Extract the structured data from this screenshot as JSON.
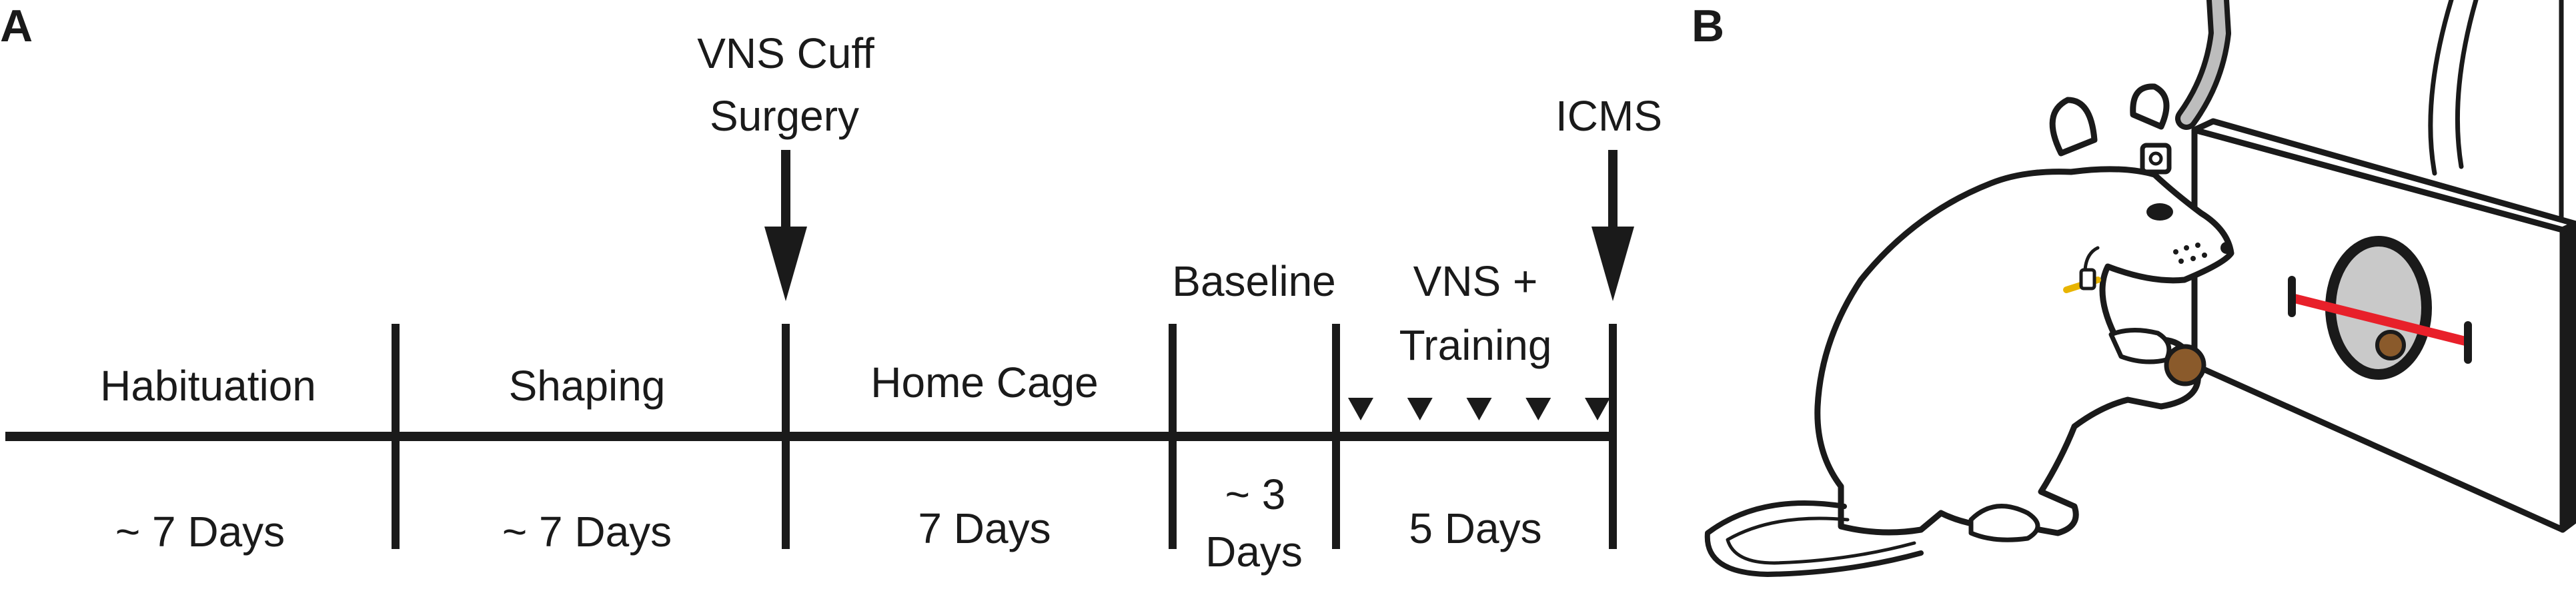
{
  "panel_labels": {
    "a": "A",
    "b": "B"
  },
  "timeline": {
    "phases": [
      {
        "name": "Habituation",
        "duration": "~ 7 Days"
      },
      {
        "name": "Shaping",
        "duration": "~ 7 Days"
      },
      {
        "name": "Home Cage",
        "duration": "7 Days"
      },
      {
        "name": "Baseline",
        "duration_lines": [
          "~ 3",
          "Days"
        ]
      },
      {
        "name_lines": [
          "VNS +",
          "Training"
        ],
        "duration": "5 Days"
      }
    ],
    "events": {
      "surgery_lines": [
        "VNS Cuff",
        "Surgery"
      ],
      "icms": "ICMS"
    },
    "session_markers": 5
  },
  "colors": {
    "ink": "#1a1a1a",
    "lever_bar": "#e8202a",
    "pellet": "#8a5a2b",
    "window_fill": "#c9c9c9",
    "tether": "#bdbdbd"
  },
  "icons": {
    "event_arrow": "down-arrow-icon",
    "session_marker": "triangle-down-icon",
    "illustration": "rat-illustration"
  }
}
